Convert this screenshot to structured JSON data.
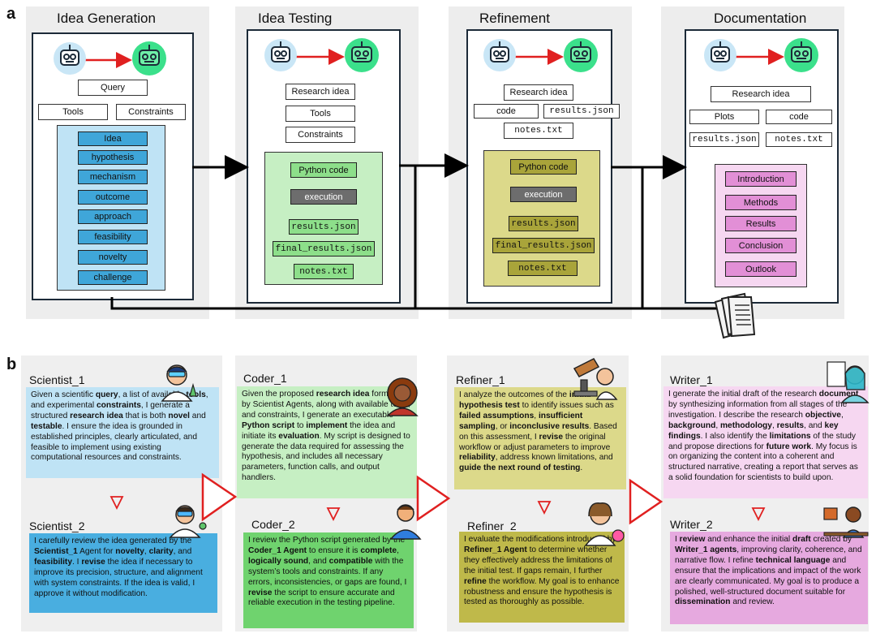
{
  "panel_a": {
    "label": "a",
    "columns": [
      {
        "title": "Idea Generation",
        "inputs": [
          "Query",
          "Tools",
          "Constraints"
        ],
        "outputs": [
          "Idea",
          "hypothesis",
          "mechanism",
          "outcome",
          "approach",
          "feasibility",
          "novelty",
          "challenge"
        ]
      },
      {
        "title": "Idea Testing",
        "inputs": [
          "Research idea",
          "Tools",
          "Constraints"
        ],
        "flow": [
          "Python code",
          "execution",
          "results.json",
          "final_results.json",
          "notes.txt"
        ]
      },
      {
        "title": "Refinement",
        "inputs": [
          "Research idea",
          "code",
          "results.json",
          "notes.txt"
        ],
        "flow": [
          "Python code",
          "execution",
          "results.json",
          "final_results.json",
          "notes.txt"
        ]
      },
      {
        "title": "Documentation",
        "inputs": [
          "Research idea",
          "Plots",
          "code",
          "results.json",
          "notes.txt"
        ],
        "outputs": [
          "Introduction",
          "Methods",
          "Results",
          "Conclusion",
          "Outlook"
        ]
      }
    ]
  },
  "panel_b": {
    "label": "b",
    "agents": [
      {
        "name": "Scientist_1",
        "color": "#bfe3f5",
        "html": "Given a scientific <b>query</b>, a list of available <b>tools</b>, and experimental <b>constraints</b>, I generate a structured <b>research idea</b> that is both <b>novel</b> and <b>testable</b>. I ensure the idea is grounded in established principles, clearly articulated, and feasible to implement using existing computational resources and constraints."
      },
      {
        "name": "Scientist_2",
        "color": "#49aee0",
        "html": "I carefully review the idea generated by the <b>Scientist_1</b> Agent for <b>novelty</b>, <b>clarity</b>, and <b>feasibility</b>. I <b>revise</b> the idea if necessary to improve its precision, structure, and alignment with system constraints. If the idea is valid, I approve it without modification."
      },
      {
        "name": "Coder_1",
        "color": "#c6efc3",
        "html": "Given the proposed <b>research idea</b> formulated by Scientist Agents, along with available tools, and constraints, I generate an executable <b>Python script</b> to <b>implement</b> the idea and initiate its <b>evaluation</b>. My script is designed to generate the data required for assessing the hypothesis, and includes all necessary parameters, function calls, and output handlers."
      },
      {
        "name": "Coder_2",
        "color": "#6fd36e",
        "html": "I review the Python script generated by the <b>Coder_1 Agent</b> to ensure it is <b>complete</b>, <b>logically sound</b>, and <b>compatible</b> with the system’s tools and constraints. If any errors, inconsistencies, or gaps are found, I <b>revise</b> the script to ensure accurate and reliable execution in the testing pipeline."
      },
      {
        "name": "Refiner_1",
        "color": "#dcd98a",
        "html": "I analyze the outcomes of the <b>initial hypothesis test</b> to identify issues such as <b>failed assumptions</b>, <b>insufficient sampling</b>, or <b>inconclusive results</b>. Based on this assessment, I <b>revise</b> the original workflow or adjust parameters to improve <b>reliability</b>, address known limitations, and <b>guide the next round of testing</b>."
      },
      {
        "name": "Refiner_2",
        "color": "#bfb94a",
        "html": "I evaluate the modifications introduced by <b>Refiner_1 Agent</b> to determine whether they effectively address the limitations of the initial test. If gaps remain, I further <b>refine</b> the workflow. My goal is to enhance robustness and ensure the hypothesis is tested as thoroughly as possible."
      },
      {
        "name": "Writer_1",
        "color": "#f6d7f1",
        "html": "I generate the initial draft of the research <b>document</b> by synthesizing information from all stages of the investigation. I describe the research <b>objective</b>, <b>background</b>, <b>methodology</b>, <b>results</b>, and <b>key findings</b>. I also identify the <b>limitations</b> of the study and propose directions for <b>future work</b>. My focus is on organizing the content into a coherent and structured narrative, creating a report that serves as a solid foundation for scientists to build upon."
      },
      {
        "name": "Writer_2",
        "color": "#e6a9df",
        "html": "I <b>review</b> and enhance the initial <b>draft</b> created by <b>Writer_1 agents</b>, improving clarity, coherence, and narrative flow. I refine <b>technical language</b> and ensure that the implications and impact of the work are clearly communicated. My goal is to produce a polished, well-structured document suitable for <b>dissemination</b> and review."
      }
    ]
  }
}
